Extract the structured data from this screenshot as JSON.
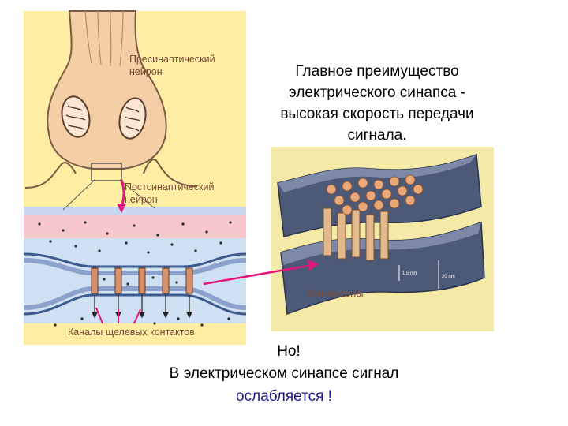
{
  "left_figure": {
    "presynaptic_label": [
      "Пресинаптический",
      "нейрон"
    ],
    "postsynaptic_label": [
      "Постсинаптический",
      "нейрон"
    ],
    "channels_label": "Каналы щелевых контактов"
  },
  "right_figure": {
    "connexons_label": "Коннексоны",
    "scale_a": "1.5 nm",
    "scale_b": "20 nm"
  },
  "main_text": [
    "Главное преимущество",
    "электрического синапса -",
    "высокая скорость передачи",
    "сигнала."
  ],
  "bottom_text": {
    "line1": "Но!",
    "line2": "В электрическом синапсе сигнал",
    "line3": "ослабляется !"
  },
  "colors": {
    "panel": "#fdeea3",
    "neuron": "#f4cfa6",
    "neuron_outline": "#7d5a44",
    "membrane": "#6f86b0",
    "connexon": "#d6906a",
    "arrow": "#e0187a",
    "right_bg": "#f5e9a6",
    "label": "#7a4a36",
    "text": "#000000",
    "accent_text": "#1a1a8c"
  }
}
